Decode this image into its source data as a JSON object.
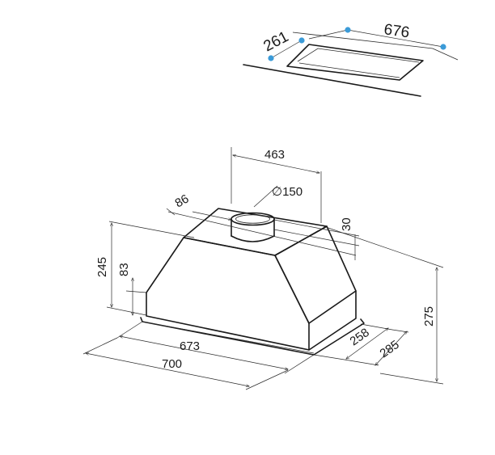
{
  "cutout": {
    "depth": "261",
    "width": "676",
    "marker_color": "#3b9bd8"
  },
  "hood": {
    "top_width": "463",
    "duct_diameter": "∅150",
    "duct_offset": "86",
    "duct_height": "30",
    "body_height": "245",
    "lower_height": "83",
    "inner_width": "673",
    "outer_width": "700",
    "inner_depth": "258",
    "outer_depth": "285",
    "total_height": "275"
  }
}
